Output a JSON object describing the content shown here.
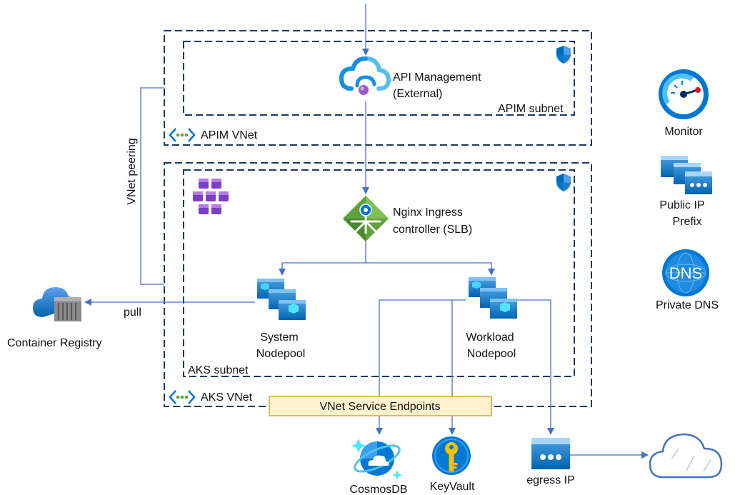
{
  "apim_vnet": {
    "label": "APIM VNet"
  },
  "apim_subnet": {
    "label": "APIM subnet"
  },
  "api_management": {
    "line1": "API Management",
    "line2": "(External)"
  },
  "aks_vnet": {
    "label": "AKS VNet"
  },
  "aks_subnet": {
    "label": "AKS subnet"
  },
  "nginx": {
    "line1": "Nginx Ingress",
    "line2": "controller (SLB)"
  },
  "system_nodepool": {
    "line1": "System",
    "line2": "Nodepool"
  },
  "workload_nodepool": {
    "line1": "Workload",
    "line2": "Nodepool"
  },
  "vnet_peering": {
    "label": "VNet peering"
  },
  "container_registry": {
    "label": "Container Registry",
    "pull_label": "pull"
  },
  "service_endpoints": {
    "label": "VNet Service Endpoints"
  },
  "cosmosdb": {
    "label": "CosmosDB"
  },
  "keyvault": {
    "label": "KeyVault"
  },
  "egress_ip": {
    "label": "egress IP"
  },
  "monitor": {
    "label": "Monitor"
  },
  "public_ip_prefix": {
    "line1": "Public IP",
    "line2": "Prefix"
  },
  "private_dns": {
    "label": "Private DNS",
    "icon_text": "DNS"
  },
  "colors": {
    "connector": "#4472c4",
    "boundary": "#1f3864",
    "azure_blue": "#0078d4",
    "azure_light": "#50e6ff",
    "aks_purple": "#7b3fc4",
    "nginx_green": "#5ea33b",
    "keyvault_gold": "#f2c200",
    "endpoints_fill": "#fff2cc",
    "endpoints_border": "#d6a43a"
  },
  "icons": [
    "api-management-icon",
    "aks-icon",
    "nginx-ingress-icon",
    "nodepool-icon",
    "container-registry-icon",
    "cosmosdb-icon",
    "keyvault-icon",
    "public-ip-icon",
    "monitor-icon",
    "public-ip-prefix-icon",
    "dns-icon",
    "internet-cloud-icon",
    "vnet-icon",
    "shield-icon"
  ]
}
